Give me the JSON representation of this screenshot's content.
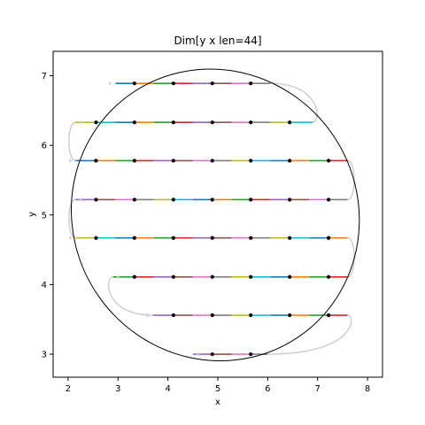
{
  "chart_data": {
    "type": "line",
    "title": "Dim[y x len=44]",
    "xlabel": "x",
    "ylabel": "y",
    "xlim": [
      1.7,
      8.3
    ],
    "ylim": [
      2.67,
      7.35
    ],
    "xticks": [
      2,
      3,
      4,
      5,
      6,
      7,
      8
    ],
    "yticks": [
      3,
      4,
      5,
      6,
      7
    ],
    "grid": false,
    "rows": [
      {
        "y": 6.89,
        "x_start": 2.95,
        "x_end": 6.05,
        "points": [
          3.33,
          4.11,
          4.89,
          5.66
        ]
      },
      {
        "y": 6.33,
        "x_start": 2.15,
        "x_end": 6.9,
        "points": [
          2.56,
          3.33,
          4.11,
          4.89,
          5.66,
          6.44
        ]
      },
      {
        "y": 5.78,
        "x_start": 2.15,
        "x_end": 7.6,
        "points": [
          2.56,
          3.33,
          4.11,
          4.89,
          5.66,
          6.44,
          7.22
        ]
      },
      {
        "y": 5.22,
        "x_start": 2.15,
        "x_end": 7.6,
        "points": [
          2.56,
          3.33,
          4.11,
          4.89,
          5.66,
          6.44,
          7.22
        ]
      },
      {
        "y": 4.67,
        "x_start": 2.15,
        "x_end": 7.6,
        "points": [
          2.56,
          3.33,
          4.11,
          4.89,
          5.66,
          6.44,
          7.22
        ]
      },
      {
        "y": 4.11,
        "x_start": 2.9,
        "x_end": 7.6,
        "points": [
          3.33,
          4.11,
          4.89,
          5.66,
          6.44,
          7.22
        ]
      },
      {
        "y": 3.56,
        "x_start": 3.7,
        "x_end": 7.6,
        "points": [
          4.11,
          4.89,
          5.66,
          6.44,
          7.22
        ]
      },
      {
        "y": 3.0,
        "x_start": 4.5,
        "x_end": 6.0,
        "points": [
          4.89,
          5.66
        ]
      }
    ],
    "connectors": [
      {
        "from": [
          6.05,
          6.89
        ],
        "to": [
          6.9,
          6.33
        ],
        "side": "right"
      },
      {
        "from": [
          2.15,
          6.33
        ],
        "to": [
          2.15,
          5.78
        ],
        "side": "left"
      },
      {
        "from": [
          7.6,
          5.78
        ],
        "to": [
          7.6,
          5.22
        ],
        "side": "right"
      },
      {
        "from": [
          2.15,
          5.22
        ],
        "to": [
          2.15,
          4.67
        ],
        "side": "left"
      },
      {
        "from": [
          7.6,
          4.67
        ],
        "to": [
          7.6,
          4.11
        ],
        "side": "right"
      },
      {
        "from": [
          2.9,
          4.11
        ],
        "to": [
          3.7,
          3.56
        ],
        "side": "left"
      },
      {
        "from": [
          7.6,
          3.56
        ],
        "to": [
          6.0,
          3.0
        ],
        "side": "right"
      }
    ],
    "ellipse": {
      "cx": 4.95,
      "cy": 5.0,
      "rx": 2.85,
      "ry": 2.12,
      "rotation_deg": -35
    },
    "segment_colors": [
      "#1f77b4",
      "#ff7f0e",
      "#2ca02c",
      "#d62728",
      "#9467bd",
      "#8c564b",
      "#e377c2",
      "#7f7f7f",
      "#bcbd22",
      "#17becf"
    ],
    "connector_color": "#cccccc",
    "point_color": "#000000"
  }
}
